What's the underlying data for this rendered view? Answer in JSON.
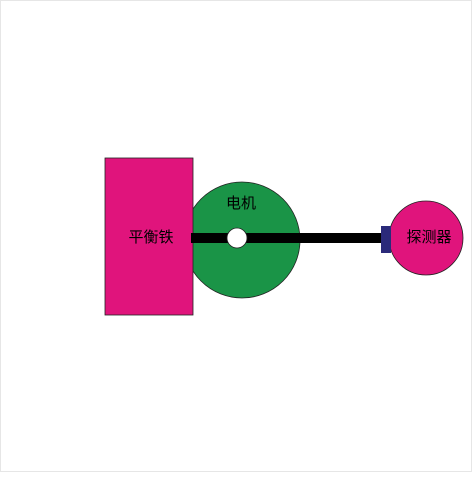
{
  "labels": {
    "counterweight": "平衡铁",
    "motor": "电机",
    "detector": "探测器"
  },
  "colors": {
    "counterweight": "#e0147c",
    "motor": "#1a9447",
    "shaft": "#000000",
    "detector": "#e0147c",
    "connector": "#2b2a7a",
    "outline": "#222222"
  }
}
